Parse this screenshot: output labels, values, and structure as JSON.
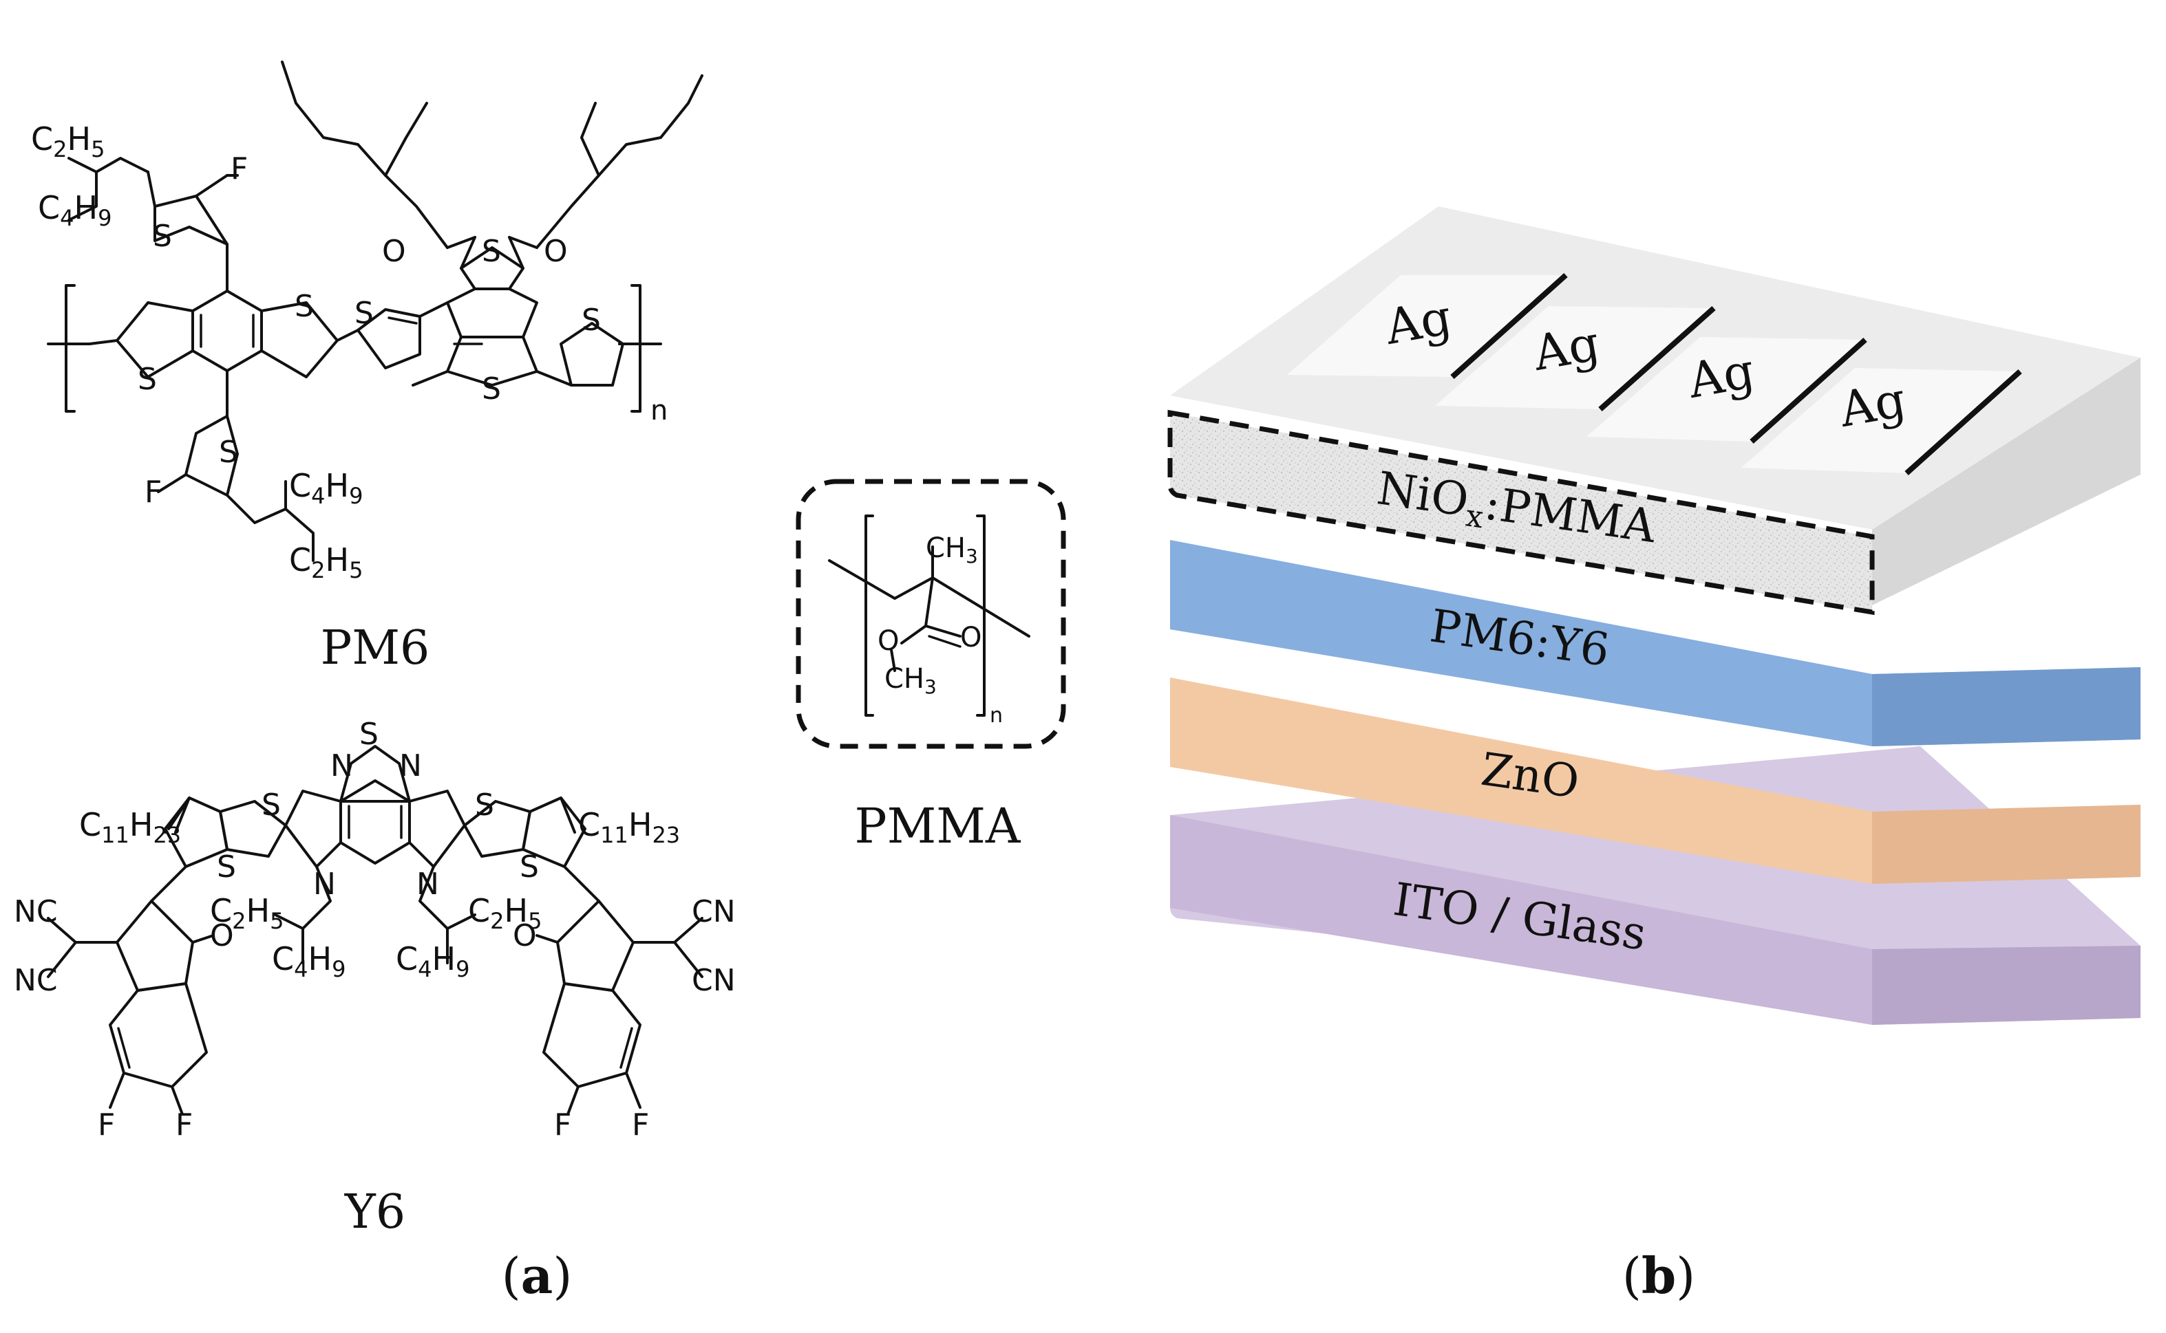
{
  "panel_a": {
    "label_open": "(",
    "label_letter": "a",
    "label_close": ")",
    "pm6": {
      "name": "PM6",
      "substituents": [
        "C2H5",
        "C4H9",
        "C4H9",
        "C2H5"
      ],
      "atoms": {
        "F": "F",
        "S": "S",
        "O": "O",
        "n": "n"
      }
    },
    "y6": {
      "name": "Y6",
      "substituents": [
        "C11H23",
        "C11H23",
        "C2H5",
        "C4H9",
        "C4H9",
        "C2H5"
      ],
      "atoms": {
        "N": "N",
        "S": "S",
        "CN": "CN",
        "NC": "NC",
        "F": "F",
        "O": "O"
      }
    },
    "pmma": {
      "name": "PMMA",
      "ch3_top": "CH3",
      "o": "O",
      "ch3_bottom": "CH3",
      "n": "n"
    }
  },
  "panel_b": {
    "label_open": "(",
    "label_letter": "b",
    "label_close": ")",
    "electrodes": [
      "Ag",
      "Ag",
      "Ag",
      "Ag"
    ],
    "layers": [
      {
        "name": "NiO",
        "subscript": "x",
        "suffix": ":PMMA",
        "color": "#e9e9e9"
      },
      {
        "name": "PM6:Y6",
        "color": "#86aedf"
      },
      {
        "name": "ZnO",
        "color": "#f3c9a4"
      },
      {
        "name": "ITO / Glass",
        "color": "#c8b7d8"
      }
    ]
  }
}
